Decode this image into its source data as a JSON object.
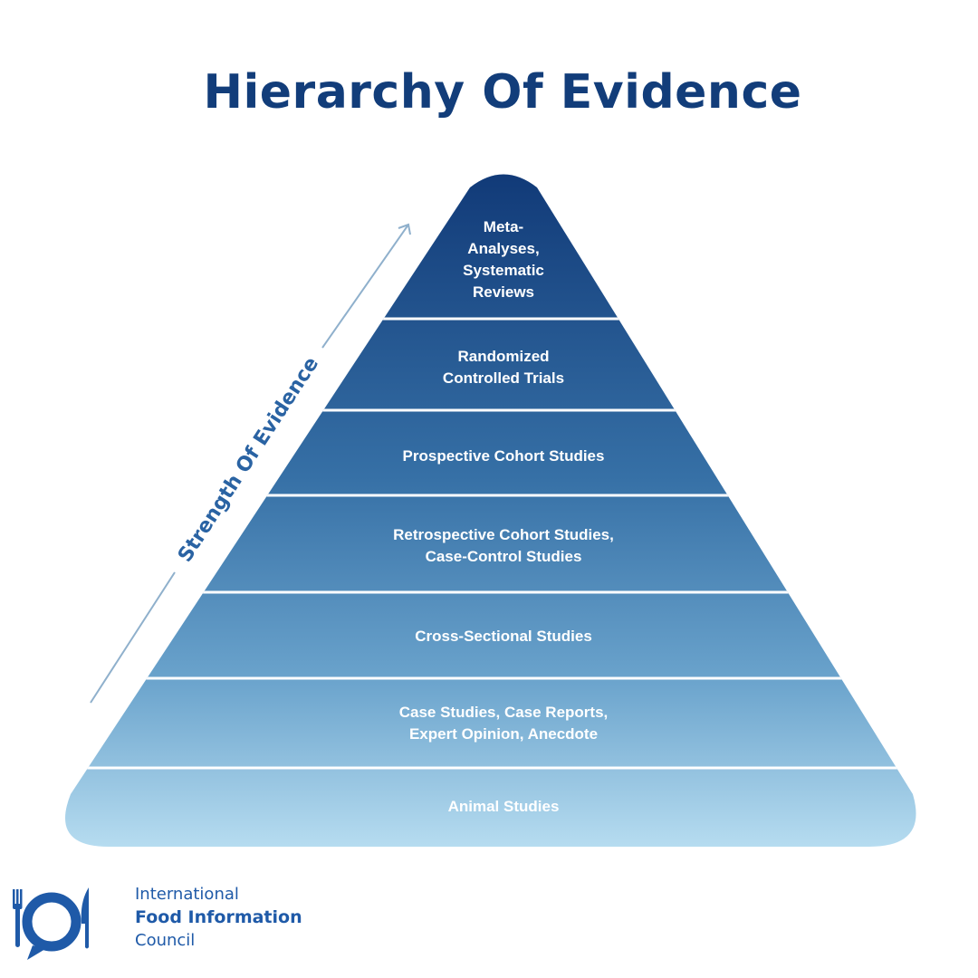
{
  "title": "Hierarchy Of Evidence",
  "axis_label": "Strength Of Evidence",
  "tiers": [
    {
      "lines": [
        "Meta-",
        "Analyses,",
        "Systematic",
        "Reviews"
      ],
      "color": "#143f7d"
    },
    {
      "lines": [
        "Randomized",
        "Controlled Trials"
      ],
      "color": "#255793"
    },
    {
      "lines": [
        "Prospective Cohort Studies"
      ],
      "color": "#346ca2"
    },
    {
      "lines": [
        "Retrospective Cohort Studies,",
        "Case-Control Studies"
      ],
      "color": "#4580b0"
    },
    {
      "lines": [
        "Cross-Sectional Studies"
      ],
      "color": "#5a95c0"
    },
    {
      "lines": [
        "Case Studies, Case Reports,",
        "Expert Opinion, Anecdote"
      ],
      "color": "#78aed3"
    },
    {
      "lines": [
        "Animal Studies"
      ],
      "color": "#a3cfea"
    }
  ],
  "colors": {
    "title": "#123d7a",
    "axis": "#2a63a3",
    "arrow": "#8fb0cc",
    "logo": "#1f5aa8"
  },
  "logo": {
    "line1": "International",
    "line2": "Food Information",
    "line3": "Council",
    "icon": "fork-plate-knife-icon"
  }
}
